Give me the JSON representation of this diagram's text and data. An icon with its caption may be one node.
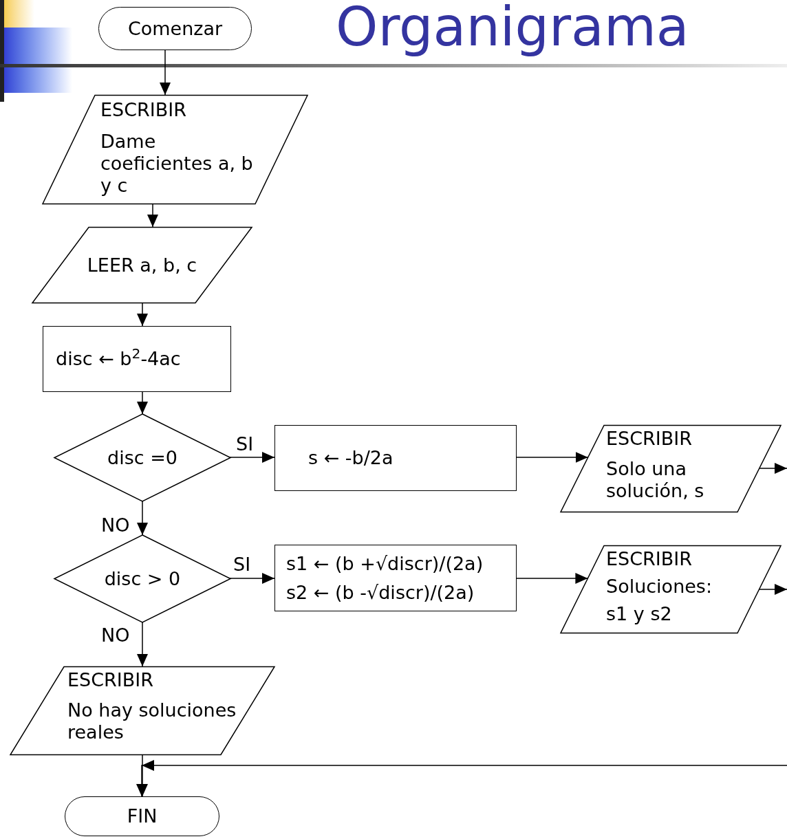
{
  "diagram": {
    "title": "Organigrama",
    "nodes": [
      {
        "text": [
          "Comenzar"
        ]
      },
      {
        "text": [
          "ESCRIBIR",
          "Dame coeficientes a, b y c"
        ]
      },
      {
        "text": [
          "LEER a, b, c"
        ]
      },
      {
        "text": [
          "disc ← b$^{2}$-4ac"
        ]
      },
      {
        "text": [
          "disc =0"
        ]
      },
      {
        "text": [
          "s ← -b/2a"
        ]
      },
      {
        "text": [
          "ESCRIBIR",
          "Solo una solución, s"
        ]
      },
      {
        "text": [
          "disc > 0"
        ]
      },
      {
        "text": [
          "s1 ← (b +√discr)/(2a)",
          "s2 ← (b -√discr)/(2a)"
        ]
      },
      {
        "text": [
          "ESCRIBIR",
          "Soluciones:",
          "s1 y s2"
        ]
      },
      {
        "text": [
          "ESCRIBIR",
          "No hay soluciones reales"
        ]
      },
      {
        "text": [
          "FIN"
        ]
      }
    ],
    "edges": [
      {
        "from": 0,
        "to": 1,
        "arrow": "to"
      },
      {
        "from": 1,
        "to": 2,
        "arrow": "to"
      },
      {
        "from": 2,
        "to": 3,
        "arrow": "to"
      },
      {
        "from": 3,
        "to": 4,
        "arrow": "to"
      },
      {
        "from": 4,
        "to": 5,
        "arrow": "to",
        "label": "SI"
      },
      {
        "from": 5,
        "to": 6,
        "arrow": "to"
      },
      {
        "from": 4,
        "to": 7,
        "arrow": "to",
        "label": "NO"
      },
      {
        "from": 7,
        "to": 8,
        "arrow": "to",
        "label": "SI"
      },
      {
        "from": 8,
        "to": 9,
        "arrow": "to"
      },
      {
        "from": 7,
        "to": 10,
        "arrow": "to",
        "label": "NO"
      },
      {
        "from": 10,
        "to": 11,
        "arrow": "to"
      },
      {
        "from": 6,
        "to": null,
        "arrow": "to"
      },
      {
        "from": 9,
        "to": null,
        "arrow": "to"
      },
      {
        "from": null,
        "to": 11,
        "arrow": "to"
      }
    ]
  }
}
